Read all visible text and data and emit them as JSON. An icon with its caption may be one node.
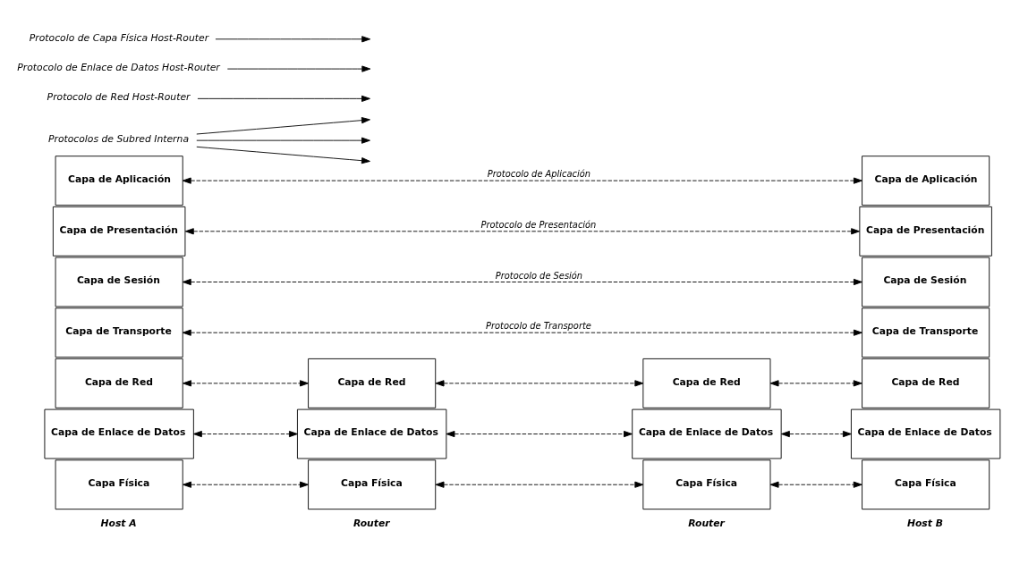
{
  "diagram": {
    "nodes": [
      {
        "text": [
          "Capa de Aplicación"
        ]
      },
      {
        "text": [
          "Capa de Presentación"
        ]
      },
      {
        "text": [
          "Capa de Sesión"
        ]
      },
      {
        "text": [
          "Capa de Transporte"
        ]
      },
      {
        "text": [
          "Capa de Red"
        ]
      },
      {
        "text": [
          "Capa de Enlace de Datos"
        ]
      },
      {
        "text": [
          "Capa Física"
        ]
      },
      {
        "text": [
          "Capa de Red"
        ]
      },
      {
        "text": [
          "Capa de Enlace de Datos"
        ]
      },
      {
        "text": [
          "Capa Física"
        ]
      },
      {
        "text": [
          "Capa de Red"
        ]
      },
      {
        "text": [
          "Capa de Enlace de Datos"
        ]
      },
      {
        "text": [
          "Capa Física"
        ]
      },
      {
        "text": [
          "Capa de Aplicación"
        ]
      },
      {
        "text": [
          "Capa de Presentación"
        ]
      },
      {
        "text": [
          "Capa de Sesión"
        ]
      },
      {
        "text": [
          "Capa de Transporte"
        ]
      },
      {
        "text": [
          "Capa de Red"
        ]
      },
      {
        "text": [
          "Capa de Enlace de Datos"
        ]
      },
      {
        "text": [
          "Capa Física"
        ]
      },
      {
        "text": [
          "Protocolos de Subred Interna"
        ]
      },
      {
        "text": [
          "Protocolo de Red Host-Router"
        ]
      },
      {
        "text": [
          "Protocolo de Enlace de Datos Host-Router"
        ]
      },
      {
        "text": [
          "Protocolo de Capa Física Host-Router"
        ]
      }
    ],
    "edges": [
      {
        "from": 0,
        "to": 13,
        "arrow": "both",
        "style": "dashed",
        "label": "Protocolo de Aplicación"
      },
      {
        "from": 1,
        "to": 14,
        "arrow": "both",
        "style": "dashed",
        "label": "Protocolo de Presentación"
      },
      {
        "from": 2,
        "to": 15,
        "arrow": "both",
        "style": "dashed",
        "label": "Protocolo de Sesión"
      },
      {
        "from": 3,
        "to": 16,
        "arrow": "both",
        "style": "dashed",
        "label": "Protocolo de Transporte"
      },
      {
        "from": 4,
        "to": 7,
        "arrow": "both",
        "style": "dashed"
      },
      {
        "from": 7,
        "to": 10,
        "arrow": "both",
        "style": "dashed"
      },
      {
        "from": 10,
        "to": 17,
        "arrow": "both",
        "style": "dashed"
      },
      {
        "from": 5,
        "to": 8,
        "arrow": "both",
        "style": "dashed"
      },
      {
        "from": 8,
        "to": 11,
        "arrow": "both",
        "style": "dashed"
      },
      {
        "from": 11,
        "to": 18,
        "arrow": "both",
        "style": "dashed"
      },
      {
        "from": 6,
        "to": 9,
        "arrow": "both",
        "style": "dashed"
      },
      {
        "from": 9,
        "to": 12,
        "arrow": "both",
        "style": "dashed"
      },
      {
        "from": 12,
        "to": 19,
        "arrow": "both",
        "style": "dashed"
      },
      {
        "from": 20,
        "to": null,
        "arrow": "to"
      },
      {
        "from": 20,
        "to": null,
        "arrow": "to"
      },
      {
        "from": 20,
        "to": null,
        "arrow": "to"
      },
      {
        "from": 21,
        "to": null,
        "arrow": "to"
      },
      {
        "from": 22,
        "to": null,
        "arrow": "to"
      },
      {
        "from": 23,
        "to": null,
        "arrow": "to"
      }
    ],
    "labels": [
      "Host A",
      "Router",
      "Router",
      "Host B"
    ]
  }
}
